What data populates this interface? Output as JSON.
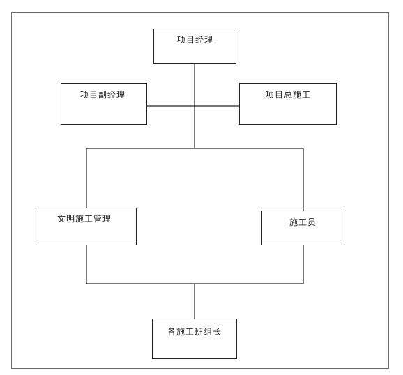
{
  "nodes": {
    "project_manager": "项目经理",
    "deputy_manager": "项目副经理",
    "chief_engineer": "项目总施工",
    "civilized_construction": "文明施工管理",
    "construction_worker": "施工员",
    "team_leaders": "各施工班组长"
  },
  "colors": {
    "line": "#222222",
    "frame": "#6b6b6b"
  }
}
